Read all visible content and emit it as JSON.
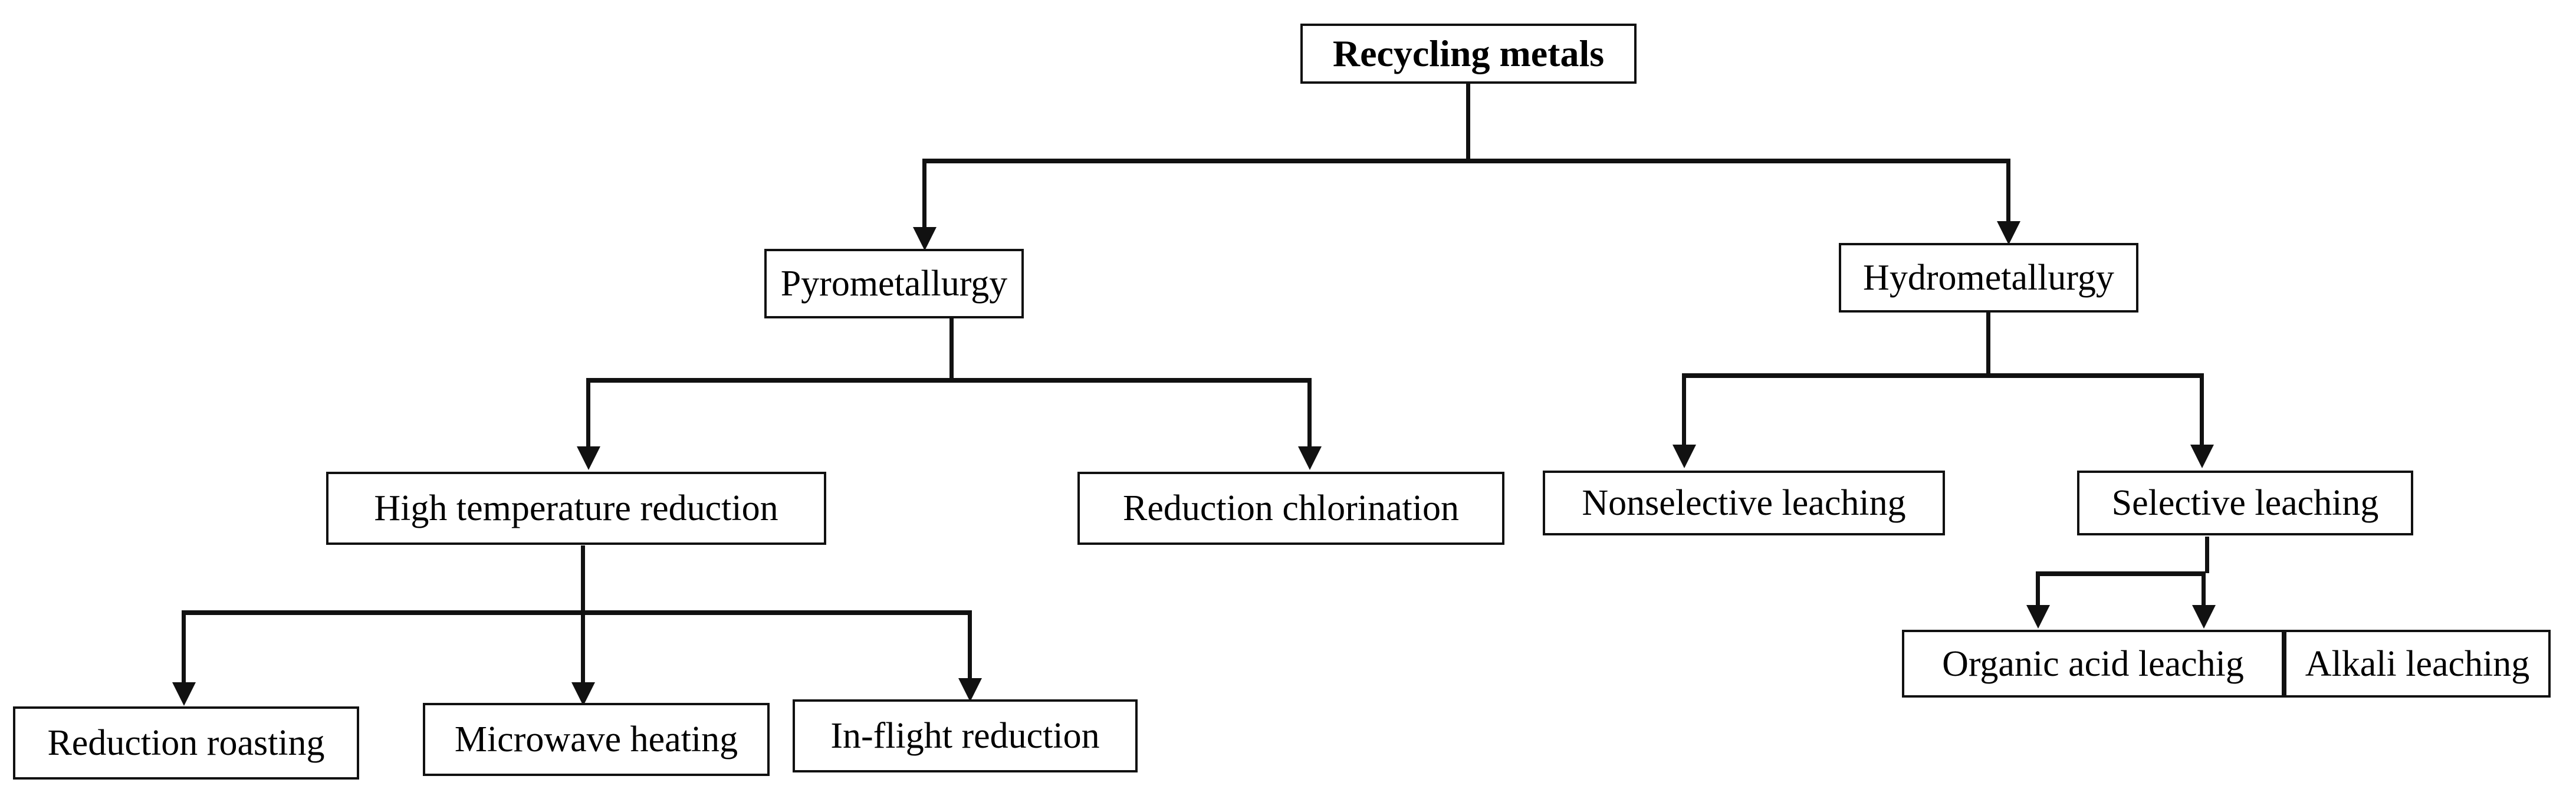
{
  "diagram": {
    "title": "Recycling metals classification tree",
    "type": "hierarchy-flowchart",
    "background_color": "#ffffff",
    "line_color": "#111111",
    "text_color": "#000000",
    "nodes": {
      "root": {
        "label": "Recycling metals",
        "bold": true
      },
      "pyrometallurgy": {
        "label": "Pyrometallurgy",
        "bold": false
      },
      "hydrometallurgy": {
        "label": "Hydrometallurgy",
        "bold": false
      },
      "high_temperature_reduction": {
        "label": "High temperature reduction",
        "bold": false
      },
      "reduction_chlorination": {
        "label": "Reduction chlorination",
        "bold": false
      },
      "nonselective_leaching": {
        "label": "Nonselective leaching",
        "bold": false
      },
      "selective_leaching": {
        "label": "Selective leaching",
        "bold": false
      },
      "reduction_roasting": {
        "label": "Reduction roasting",
        "bold": false
      },
      "microwave_heating": {
        "label": "Microwave heating",
        "bold": false
      },
      "in_flight_reduction": {
        "label": "In-flight reduction",
        "bold": false
      },
      "organic_acid_leaching": {
        "label": "Organic acid leachig",
        "bold": false
      },
      "alkali_leaching": {
        "label": "Alkali leaching",
        "bold": false
      }
    },
    "edges": [
      {
        "from": "root",
        "to": "pyrometallurgy"
      },
      {
        "from": "root",
        "to": "hydrometallurgy"
      },
      {
        "from": "pyrometallurgy",
        "to": "high_temperature_reduction"
      },
      {
        "from": "pyrometallurgy",
        "to": "reduction_chlorination"
      },
      {
        "from": "hydrometallurgy",
        "to": "nonselective_leaching"
      },
      {
        "from": "hydrometallurgy",
        "to": "selective_leaching"
      },
      {
        "from": "high_temperature_reduction",
        "to": "reduction_roasting"
      },
      {
        "from": "high_temperature_reduction",
        "to": "microwave_heating"
      },
      {
        "from": "high_temperature_reduction",
        "to": "in_flight_reduction"
      },
      {
        "from": "selective_leaching",
        "to": "organic_acid_leaching"
      },
      {
        "from": "selective_leaching",
        "to": "alkali_leaching"
      }
    ]
  }
}
